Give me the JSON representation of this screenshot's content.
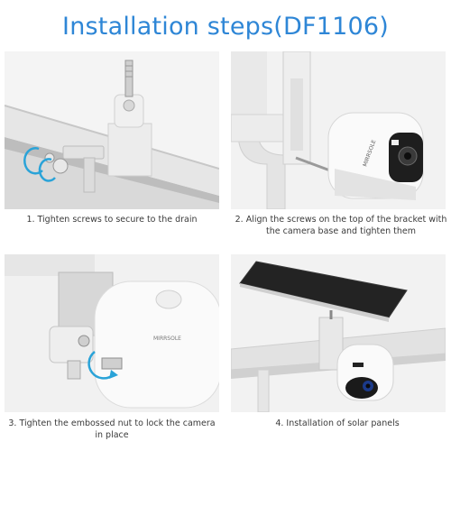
{
  "title": "Installation steps(DF1106)",
  "steps": [
    {
      "caption": "1. Tighten screws to secure to the drain"
    },
    {
      "caption": "2. Align the screws on the top of the bracket with the camera base and tighten them"
    },
    {
      "caption": "3. Tighten the embossed nut to lock the camera in place"
    },
    {
      "caption": "4. Installation of solar panels"
    }
  ],
  "colors": {
    "title": "#2e86d6",
    "highlight": "#2aa3d8",
    "panel_background": "#f3f3f3",
    "lens_ring": "#1b3a8a"
  },
  "icons": [
    "drain-bracket-image",
    "camera-mount-image",
    "embossed-nut-image",
    "solar-panel-image"
  ]
}
